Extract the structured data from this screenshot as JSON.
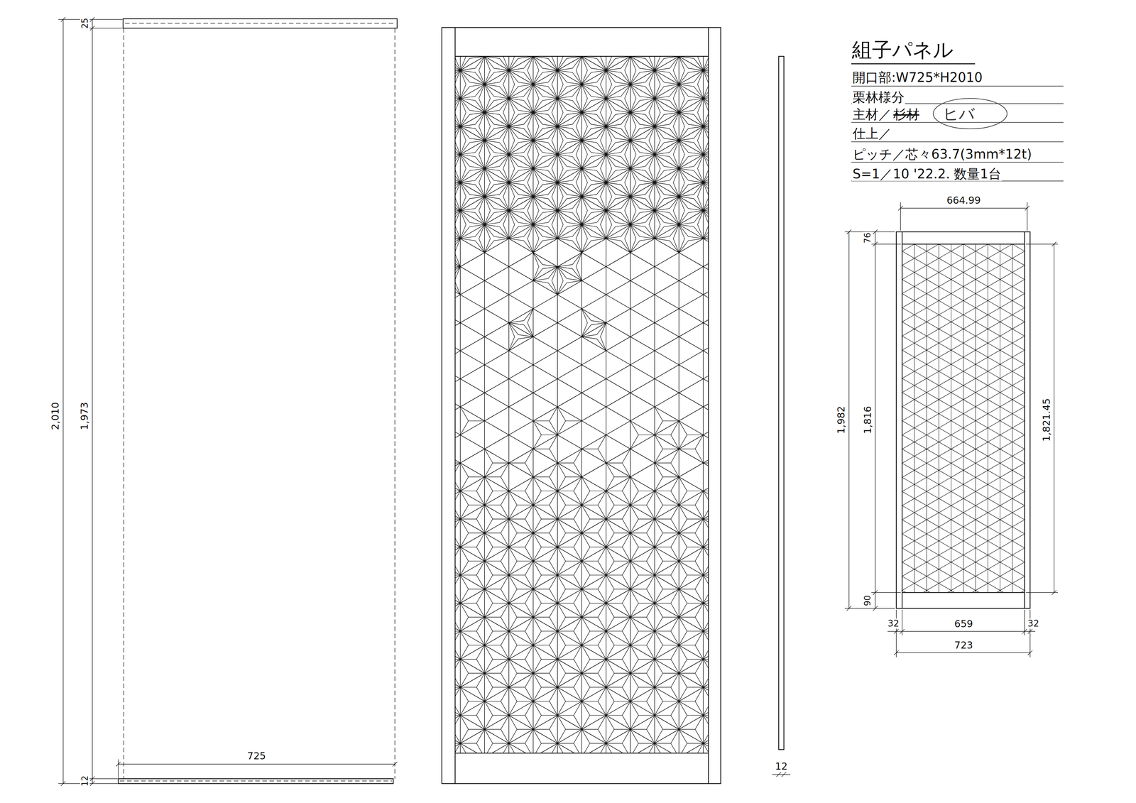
{
  "diagram": {
    "title": "組子パネル",
    "labels": [
      "2,010",
      "1,973",
      "25",
      "12",
      "725",
      "12",
      "開口部:W725*H2010",
      "栗林様分",
      "主材／",
      "杉材",
      "ヒバ",
      "仕上／",
      "ピッチ／芯々63.7(3mm*12t)",
      "S=1／10 '22.2. 数量1台",
      "664.99",
      "1,982",
      "76",
      "1,816",
      "90",
      "1,821.45",
      "32",
      "659",
      "32",
      "723"
    ]
  }
}
